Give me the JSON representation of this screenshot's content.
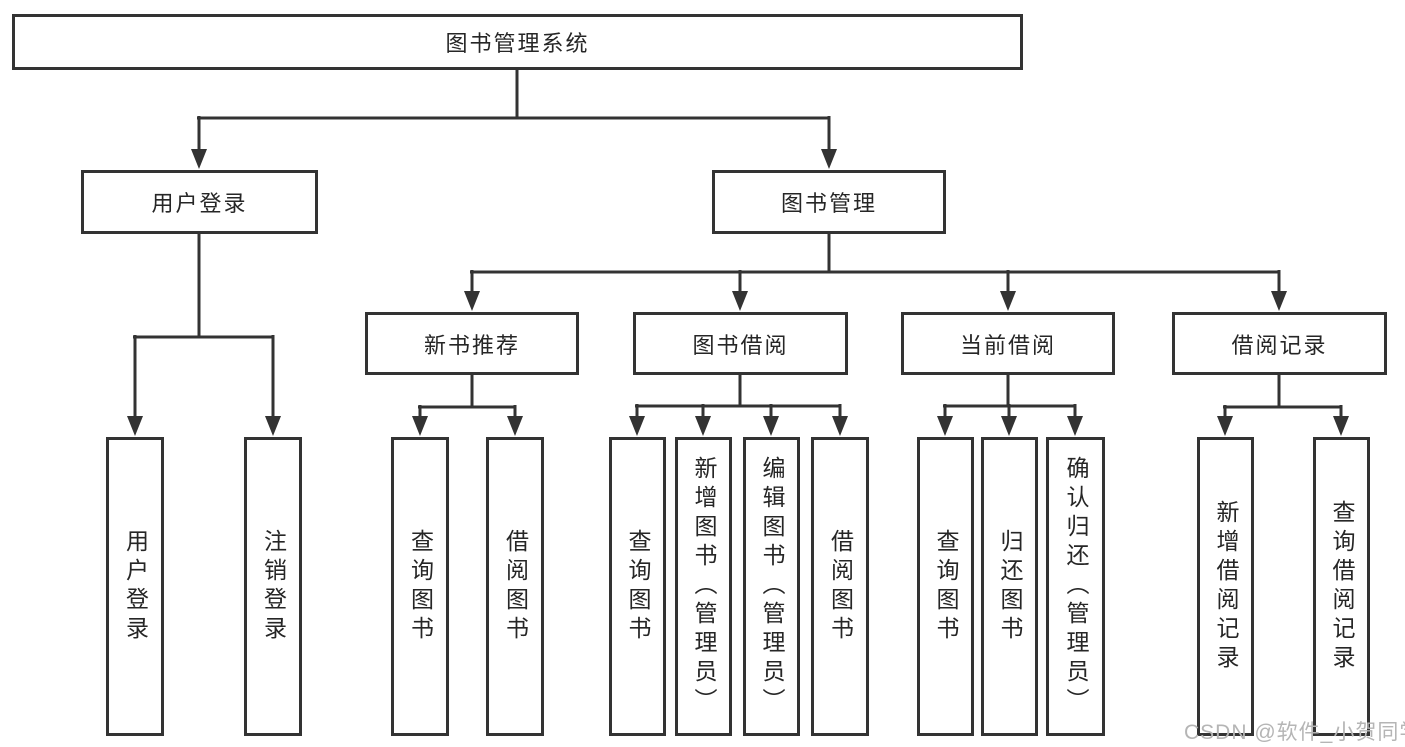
{
  "tree": {
    "root": {
      "label": "图书管理系统",
      "children": [
        {
          "label": "用户登录",
          "children": [
            {
              "label": "用户登录"
            },
            {
              "label": "注销登录"
            }
          ]
        },
        {
          "label": "图书管理",
          "children": [
            {
              "label": "新书推荐",
              "children": [
                {
                  "label": "查询图书"
                },
                {
                  "label": "借阅图书"
                }
              ]
            },
            {
              "label": "图书借阅",
              "children": [
                {
                  "label": "查询图书"
                },
                {
                  "label": "新增图书（管理员）"
                },
                {
                  "label": "编辑图书（管理员）"
                },
                {
                  "label": "借阅图书"
                }
              ]
            },
            {
              "label": "当前借阅",
              "children": [
                {
                  "label": "查询图书"
                },
                {
                  "label": "归还图书"
                },
                {
                  "label": "确认归还（管理员）"
                }
              ]
            },
            {
              "label": "借阅记录",
              "children": [
                {
                  "label": "新增借阅记录"
                },
                {
                  "label": "查询借阅记录"
                }
              ]
            }
          ]
        }
      ]
    }
  },
  "watermark": {
    "text": "CSDN @软件_小贺同学"
  },
  "colors": {
    "line": "#333333",
    "text": "#262626",
    "watermark": "#b5b5b5",
    "background": "#ffffff"
  }
}
